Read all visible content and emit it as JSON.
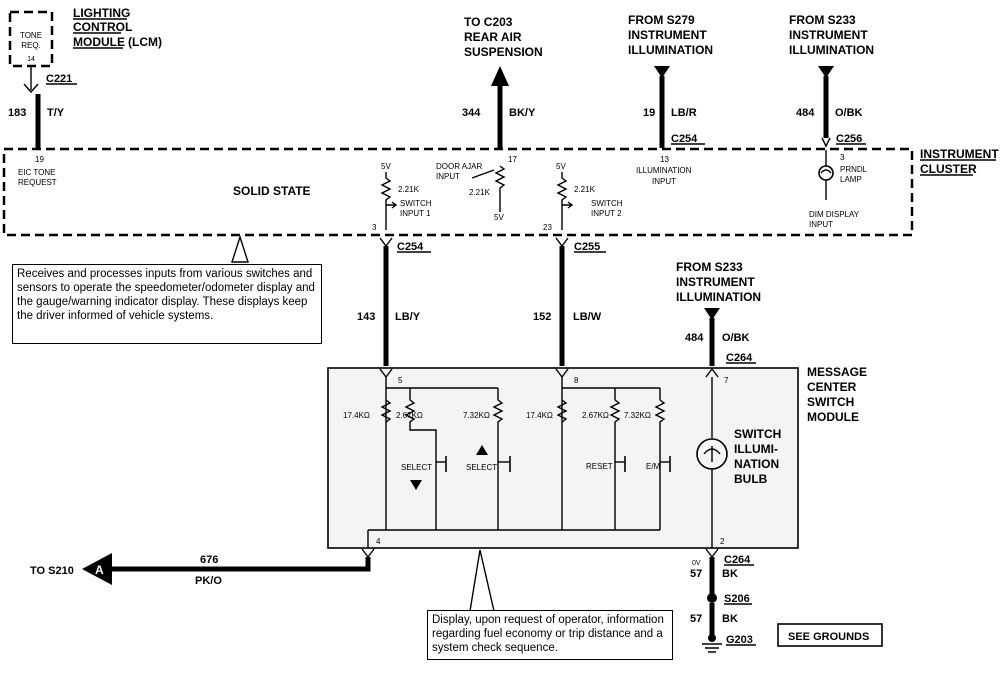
{
  "lcm": {
    "title_lines": [
      "LIGHTING",
      "CONTROL",
      "MODULE"
    ],
    "title_suffix": "(LCM)",
    "pin_label_lines": [
      "TONE",
      "REQ."
    ],
    "pin_number": "14"
  },
  "top_connectors": {
    "c221": "C221",
    "c254_top": "C254",
    "c256": "C256"
  },
  "top_wires": [
    {
      "circuit": "183",
      "color": "T/Y"
    },
    {
      "circuit": "344",
      "color": "BK/Y"
    },
    {
      "circuit": "19",
      "color": "LB/R"
    },
    {
      "circuit": "484",
      "color": "O/BK"
    }
  ],
  "top_destinations": {
    "rear_air": [
      "TO C203",
      "REAR AIR",
      "SUSPENSION"
    ],
    "s279": [
      "FROM S279",
      "INSTRUMENT",
      "ILLUMINATION"
    ],
    "s233": [
      "FROM S233",
      "INSTRUMENT",
      "ILLUMINATION"
    ]
  },
  "cluster": {
    "title_lines": [
      "INSTRUMENT",
      "CLUSTER"
    ],
    "solid_state": "SOLID STATE",
    "pin19": "19",
    "pin19_label": [
      "EIC TONE",
      "REQUEST"
    ],
    "pin17": "17",
    "door_ajar": [
      "DOOR AJAR",
      "INPUT"
    ],
    "pin13": "13",
    "illum_input": [
      "ILLUMINATION",
      "INPUT"
    ],
    "pin3_top": "3",
    "prndl": [
      "PRNDL",
      "LAMP"
    ],
    "dim_input": [
      "DIM DISPLAY",
      "INPUT"
    ],
    "v5": "5V",
    "r221": "2.21K",
    "switch_input1": [
      "SWITCH",
      "INPUT 1"
    ],
    "switch_input2": [
      "SWITCH",
      "INPUT 2"
    ],
    "pin3": "3",
    "pin23": "23"
  },
  "mid_connectors": {
    "c254": "C254",
    "c255": "C255"
  },
  "mid_wires": [
    {
      "circuit": "143",
      "color": "LB/Y"
    },
    {
      "circuit": "152",
      "color": "LB/W"
    }
  ],
  "s233_second": {
    "lines": [
      "FROM S233",
      "INSTRUMENT",
      "ILLUMINATION"
    ],
    "circuit": "484",
    "color": "O/BK",
    "connector": "C264"
  },
  "callout_cluster": "Receives and processes inputs from various switches and sensors to operate the speedometer/odometer display and the gauge/warning indicator display. These displays keep the driver informed of vehicle systems.",
  "msm": {
    "title_lines": [
      "MESSAGE",
      "CENTER",
      "SWITCH",
      "MODULE"
    ],
    "pin5": "5",
    "pin8": "8",
    "pin7": "7",
    "pin4": "4",
    "pin2": "2",
    "r174a": "17.4KΩ",
    "r267a": "2.67KΩ",
    "r732a": "7.32KΩ",
    "r174b": "17.4KΩ",
    "r267b": "2.67KΩ",
    "r732b": "7.32KΩ",
    "select": "SELECT",
    "reset": "RESET",
    "em": "E/M",
    "bulb_lines": [
      "SWITCH",
      "ILLUMI-",
      "NATION",
      "BULB"
    ]
  },
  "bottom": {
    "to_s210": "TO S210",
    "a_label": "A",
    "circuit_676": "676",
    "color_676": "PK/O",
    "c264": "C264",
    "v0": "0V",
    "circuit_57a": "57",
    "color_57a": "BK",
    "s206": "S206",
    "circuit_57b": "57",
    "color_57b": "BK",
    "g203": "G203",
    "see_grounds": "SEE GROUNDS"
  },
  "callout_msm": "Display, upon request of operator, information regarding fuel economy or trip distance and a system check sequence."
}
